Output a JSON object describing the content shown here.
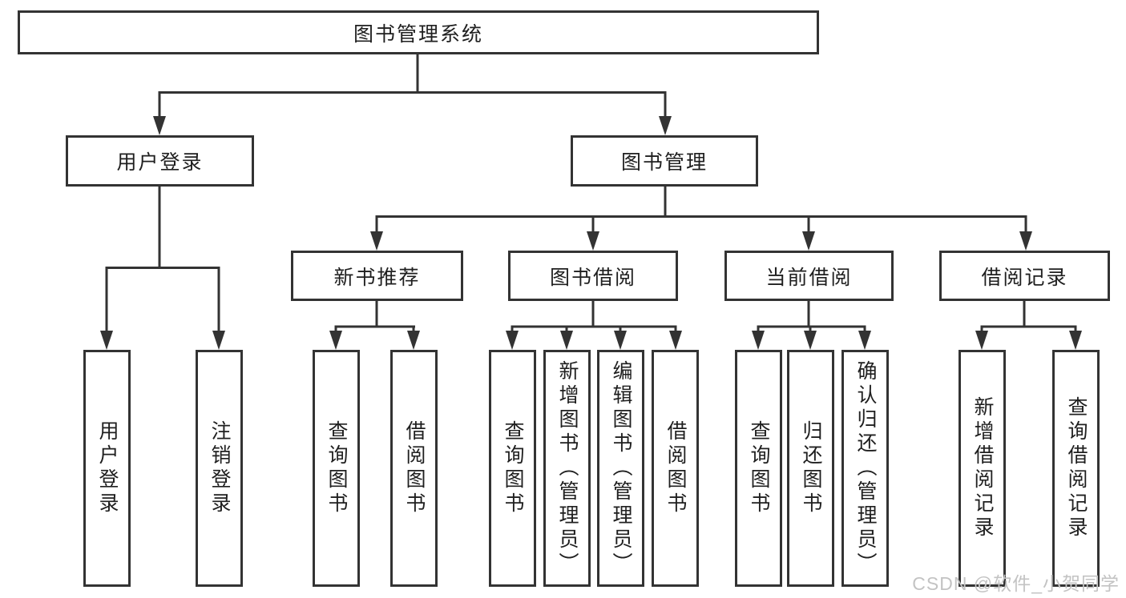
{
  "colors": {
    "line": "#333333",
    "box_border": "#333333",
    "text": "#1f1f1f",
    "background": "#ffffff",
    "watermark": "#c3c3c3"
  },
  "tree": {
    "root": "图书管理系统",
    "login": {
      "label": "用户登录",
      "children": [
        "用户登录",
        "注销登录"
      ]
    },
    "mgmt": {
      "label": "图书管理",
      "groups": [
        {
          "label": "新书推荐",
          "children": [
            "查询图书",
            "借阅图书"
          ]
        },
        {
          "label": "图书借阅",
          "children": [
            "查询图书",
            "新增图书（管理员）",
            "编辑图书（管理员）",
            "借阅图书"
          ]
        },
        {
          "label": "当前借阅",
          "children": [
            "查询图书",
            "归还图书",
            "确认归还（管理员）"
          ]
        },
        {
          "label": "借阅记录",
          "children": [
            "新增借阅记录",
            "查询借阅记录"
          ]
        }
      ]
    }
  },
  "watermark": {
    "text": "CSDN @软件_小贺同学"
  }
}
